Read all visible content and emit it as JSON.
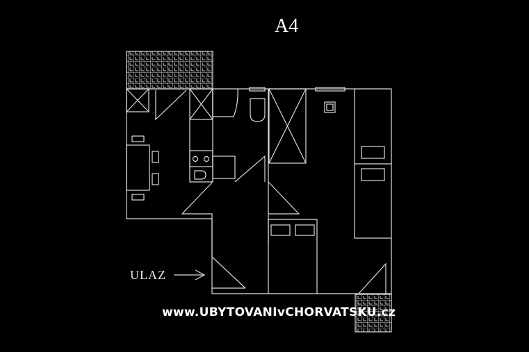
{
  "plan": {
    "title": "A4",
    "entrance_label": "ULAZ",
    "watermark": "www.UBYTOVANIvCHORVATSKU.cz",
    "colors": {
      "background": "#000000",
      "lines": "#dcdcdc",
      "text": "#ffffff"
    },
    "icons": {
      "entrance_arrow": "arrow-right",
      "terrace_top": "tiled-terrace",
      "terrace_bottom": "tiled-terrace",
      "fireplace": "stove"
    }
  }
}
